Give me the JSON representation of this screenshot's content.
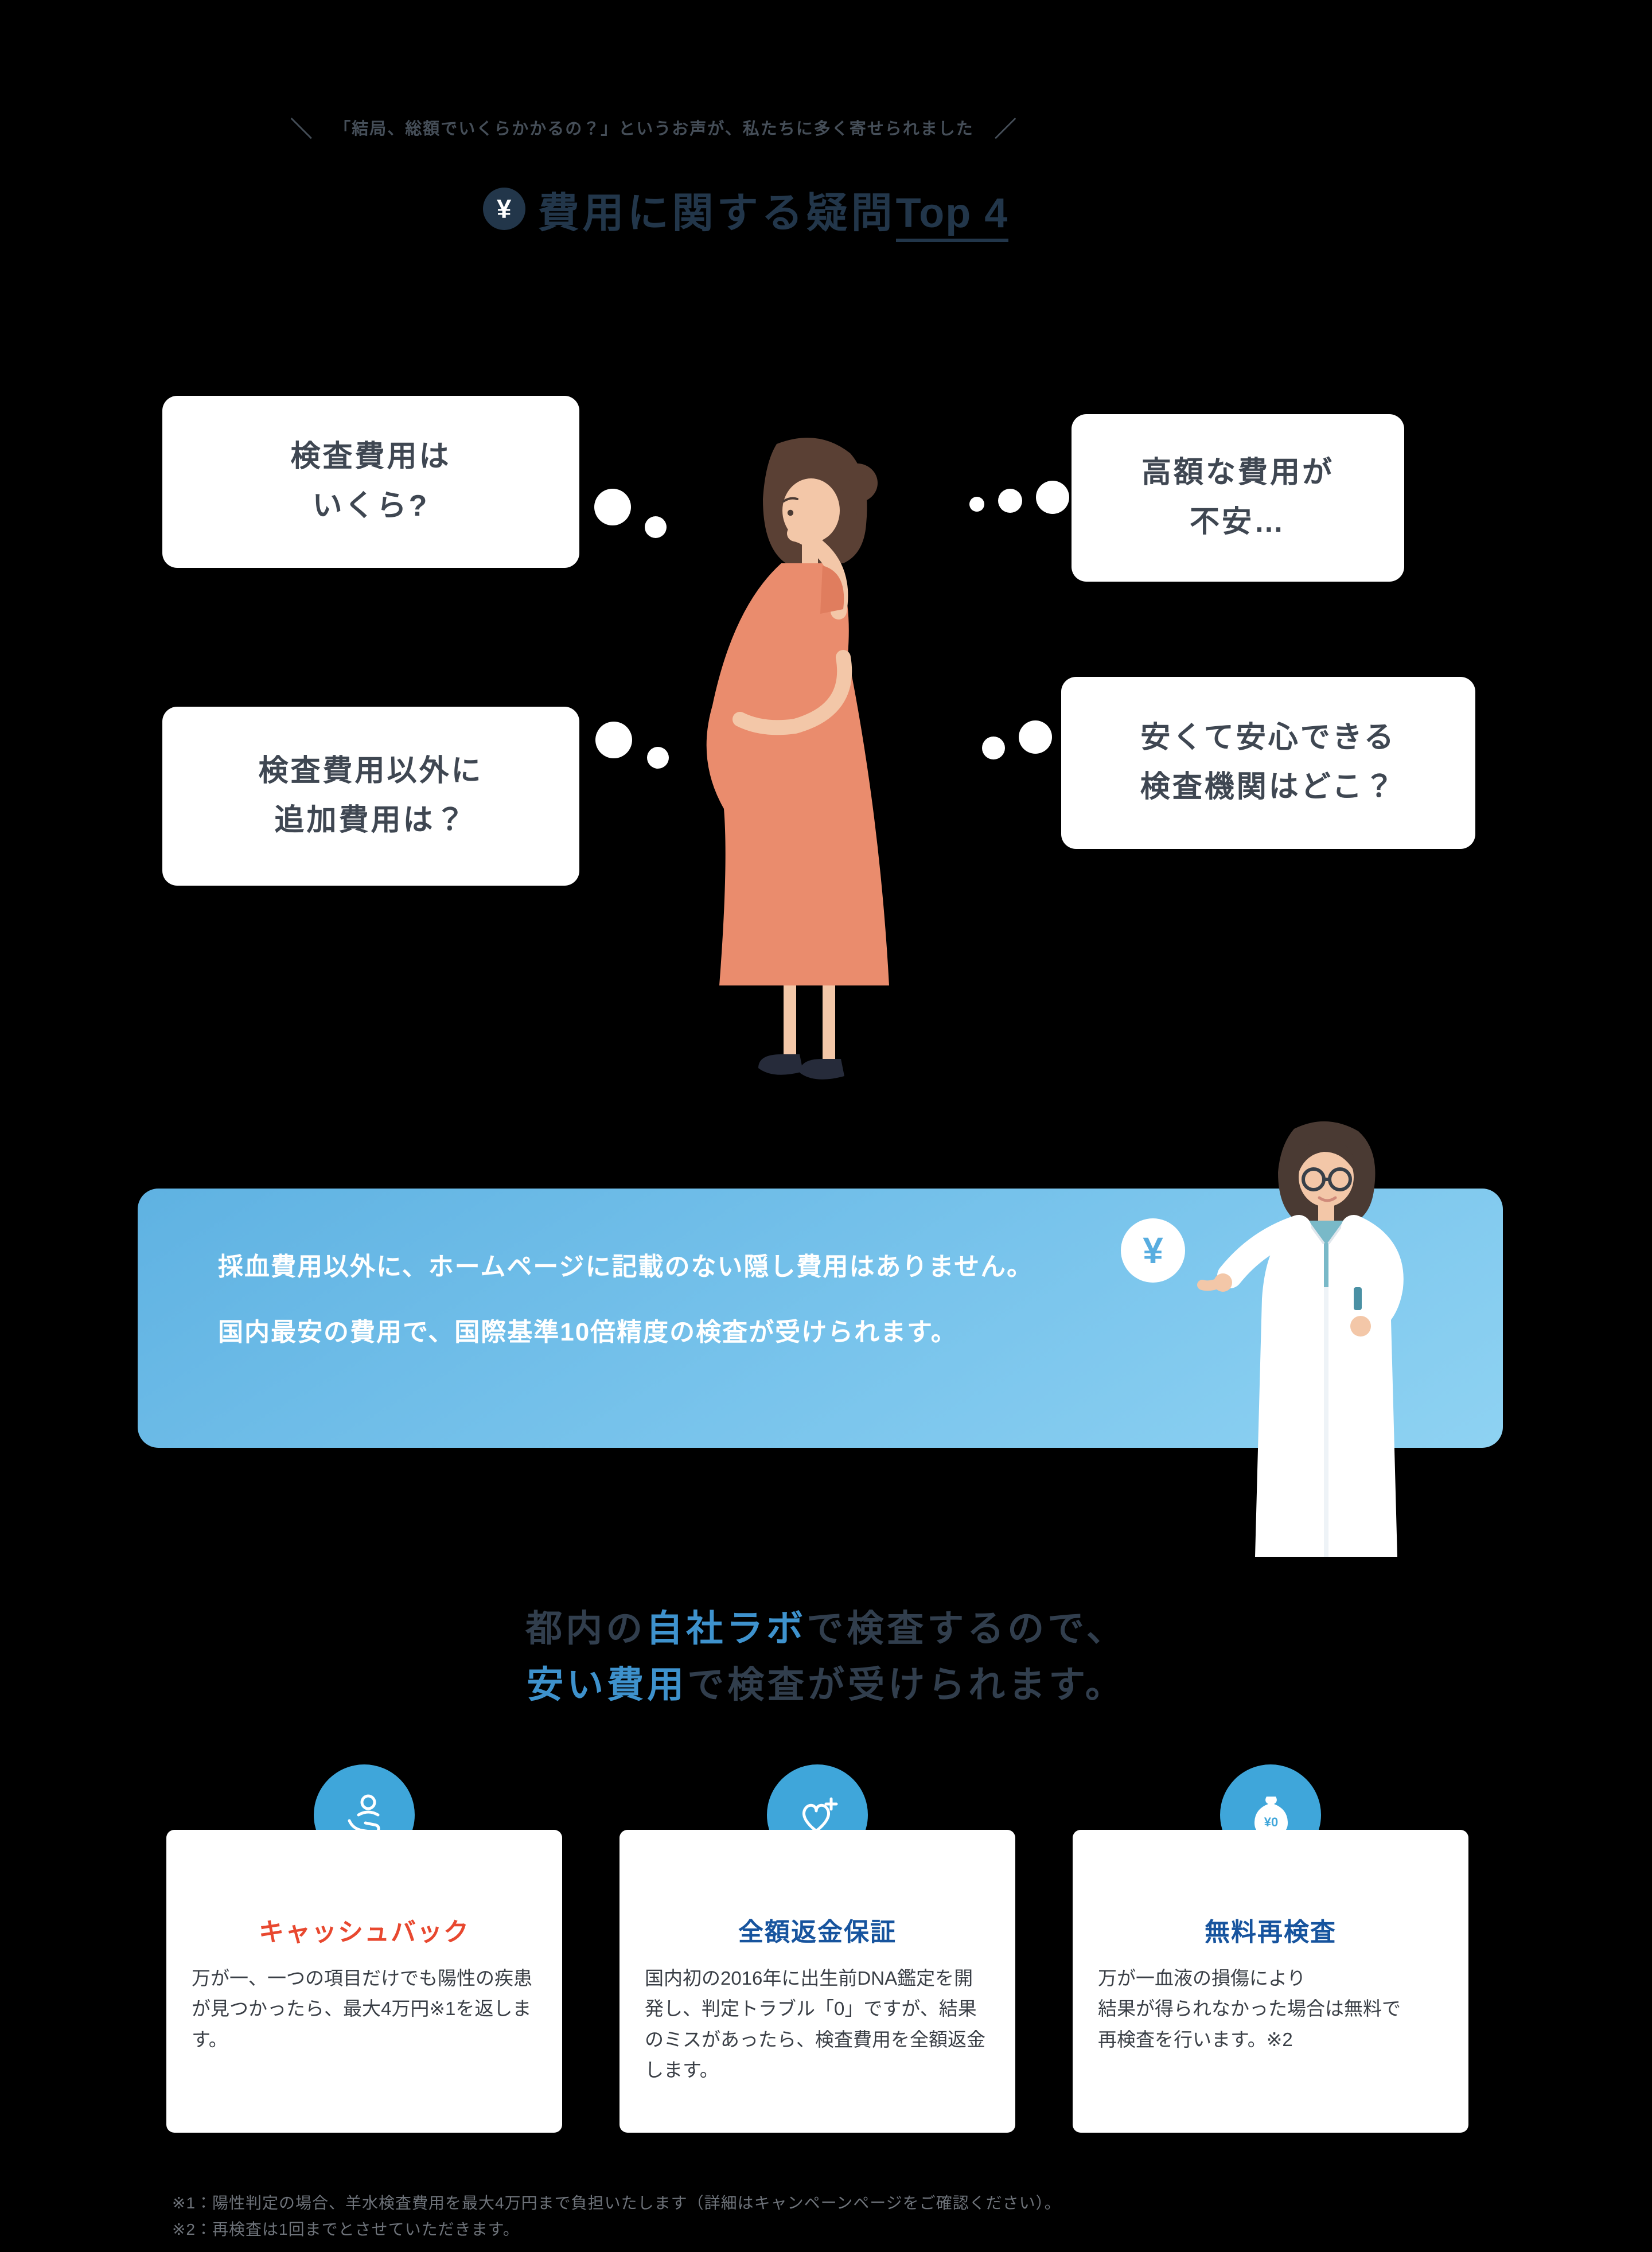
{
  "colors": {
    "accent_blue": "#3fa6da",
    "highlight_blue": "#3e92cd",
    "heading_navy": "#22364a",
    "banner_gradient_top": "#5fb2e2",
    "banner_gradient_bottom": "#8ed2f2",
    "cashback_red": "#e8482f",
    "card_title_blue": "#17549e"
  },
  "tagline": {
    "left_mark": "＼",
    "text": "「結局、総額でいくらかかるの？」というお声が、私たちに多く寄せられました",
    "right_mark": "／"
  },
  "heading": {
    "yen_symbol": "¥",
    "title": "費用に関する疑問",
    "title_underlined": "Top 4"
  },
  "bubbles": [
    {
      "lines": [
        "検査費用は",
        "いくら?"
      ]
    },
    {
      "lines": [
        "高額な費用が",
        "不安…"
      ]
    },
    {
      "lines": [
        "検査費用以外に",
        "追加費用は？"
      ]
    },
    {
      "lines": [
        "安くて安心できる",
        "検査機関はどこ？"
      ]
    }
  ],
  "banner": {
    "line1": "採血費用以外に、ホームページに記載のない隠し費用はありません。",
    "line2": "国内最安の費用で、国際基準10倍精度の検査が受けられます。",
    "coin_symbol": "¥"
  },
  "lab_heading": {
    "line1_pre": "都内の",
    "line1_highlight": "自社ラボ",
    "line1_post": "で検査するので、",
    "line2_highlight": "安い費用",
    "line2_post": "で検査が受けられます。"
  },
  "cards": [
    {
      "title": "キャッシュバック",
      "title_color": "#e8482f",
      "body": "万が一、一つの項目だけでも陽性の疾患が見つかったら、最大4万円※1を返します。"
    },
    {
      "title": "全額返金保証",
      "title_color": "#17549e",
      "body": "国内初の2016年に出生前DNA鑑定を開発し、判定トラブル「0」ですが、結果のミスがあったら、検査費用を全額返金します。"
    },
    {
      "title": "無料再検査",
      "title_color": "#17549e",
      "icon_label": "¥0",
      "body": "万が一血液の損傷により\n結果が得られなかった場合は無料で\n再検査を行います。※2"
    }
  ],
  "footnotes": {
    "note1": "※1：陽性判定の場合、羊水検査費用を最大4万円まで負担いたします（詳細はキャンペーンページをご確認ください）。",
    "note2": "※2：再検査は1回までとさせていただきます。"
  }
}
